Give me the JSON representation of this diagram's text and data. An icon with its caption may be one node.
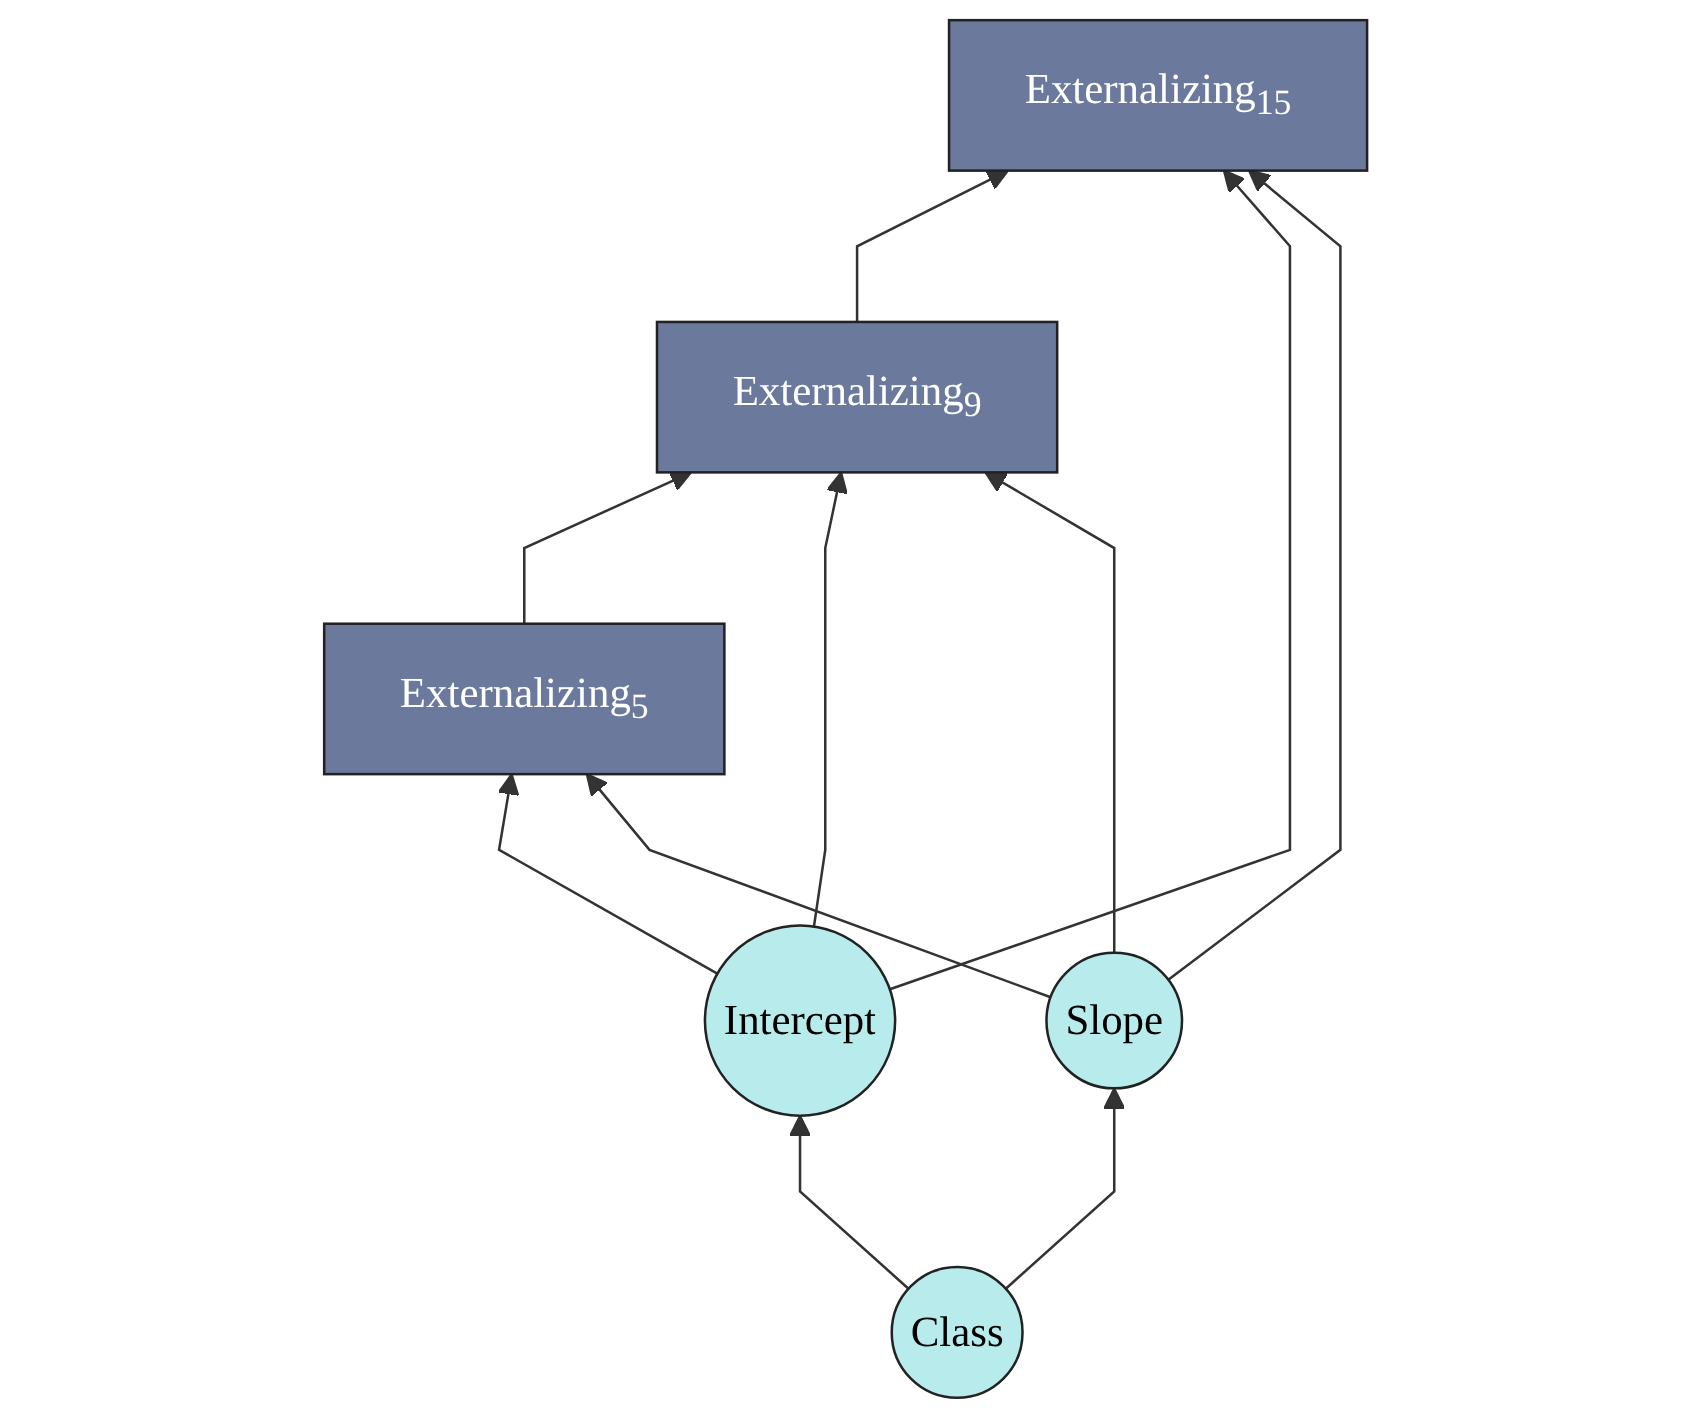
{
  "diagram": {
    "nodes": [
      {
        "text": [
          "Externalizing$_{5}$"
        ]
      },
      {
        "text": [
          "Externalizing$_{9}$"
        ]
      },
      {
        "text": [
          "Externalizing$_{15}$"
        ]
      },
      {
        "text": [
          "Intercept"
        ]
      },
      {
        "text": [
          "Slope"
        ]
      },
      {
        "text": [
          "Class"
        ]
      }
    ],
    "edges": [
      {
        "from": 0,
        "to": 1,
        "arrow": "to"
      },
      {
        "from": 1,
        "to": 2,
        "arrow": "to"
      },
      {
        "from": 3,
        "to": 0,
        "arrow": "to"
      },
      {
        "from": 3,
        "to": 1,
        "arrow": "to"
      },
      {
        "from": 3,
        "to": 2,
        "arrow": "to"
      },
      {
        "from": 4,
        "to": 0,
        "arrow": "to"
      },
      {
        "from": 4,
        "to": 1,
        "arrow": "to"
      },
      {
        "from": 4,
        "to": 2,
        "arrow": "to"
      },
      {
        "from": 5,
        "to": 3,
        "arrow": "to"
      },
      {
        "from": 5,
        "to": 4,
        "arrow": "to"
      }
    ]
  }
}
